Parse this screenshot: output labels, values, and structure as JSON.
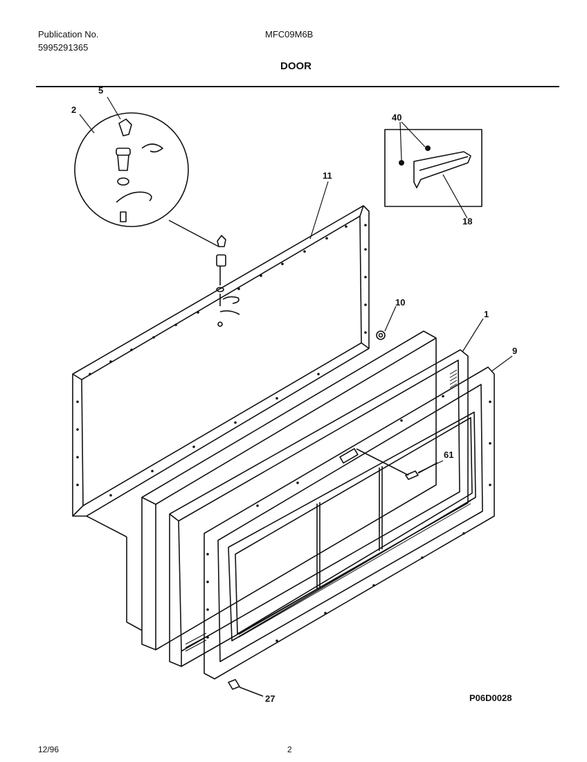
{
  "header": {
    "publication_label": "Publication No.",
    "publication_number": "5995291365",
    "model": "MFC09M6B",
    "title": "DOOR"
  },
  "callouts": {
    "c5": "5",
    "c2": "2",
    "c40": "40",
    "c11": "11",
    "c18": "18",
    "c10": "10",
    "c1": "1",
    "c9": "9",
    "c61": "61",
    "c27": "27"
  },
  "diagram_code": "P06D0028",
  "footer": {
    "date": "12/96",
    "page": "2"
  }
}
